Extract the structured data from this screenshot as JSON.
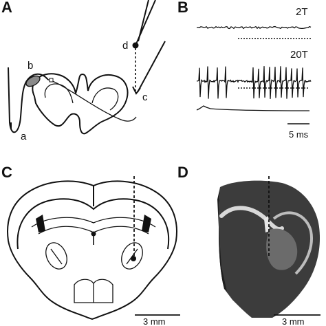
{
  "panels": {
    "a": {
      "label": "A"
    },
    "b": {
      "label": "B"
    },
    "c": {
      "label": "C"
    },
    "d": {
      "label": "D"
    }
  },
  "panel_a": {
    "annotations": {
      "a": "a",
      "b": "b",
      "c": "c",
      "d": "d"
    }
  },
  "panel_b": {
    "trace_labels": [
      "2T",
      "20T"
    ],
    "scale_bar": "5 ms"
  },
  "panel_c": {
    "scale_bar": "3 mm"
  },
  "panel_d": {
    "scale_bar": "3 mm"
  },
  "colors": {
    "ink": "#111111",
    "ganglion": "#8a8a8a",
    "tissue": "#3c3c3c"
  }
}
